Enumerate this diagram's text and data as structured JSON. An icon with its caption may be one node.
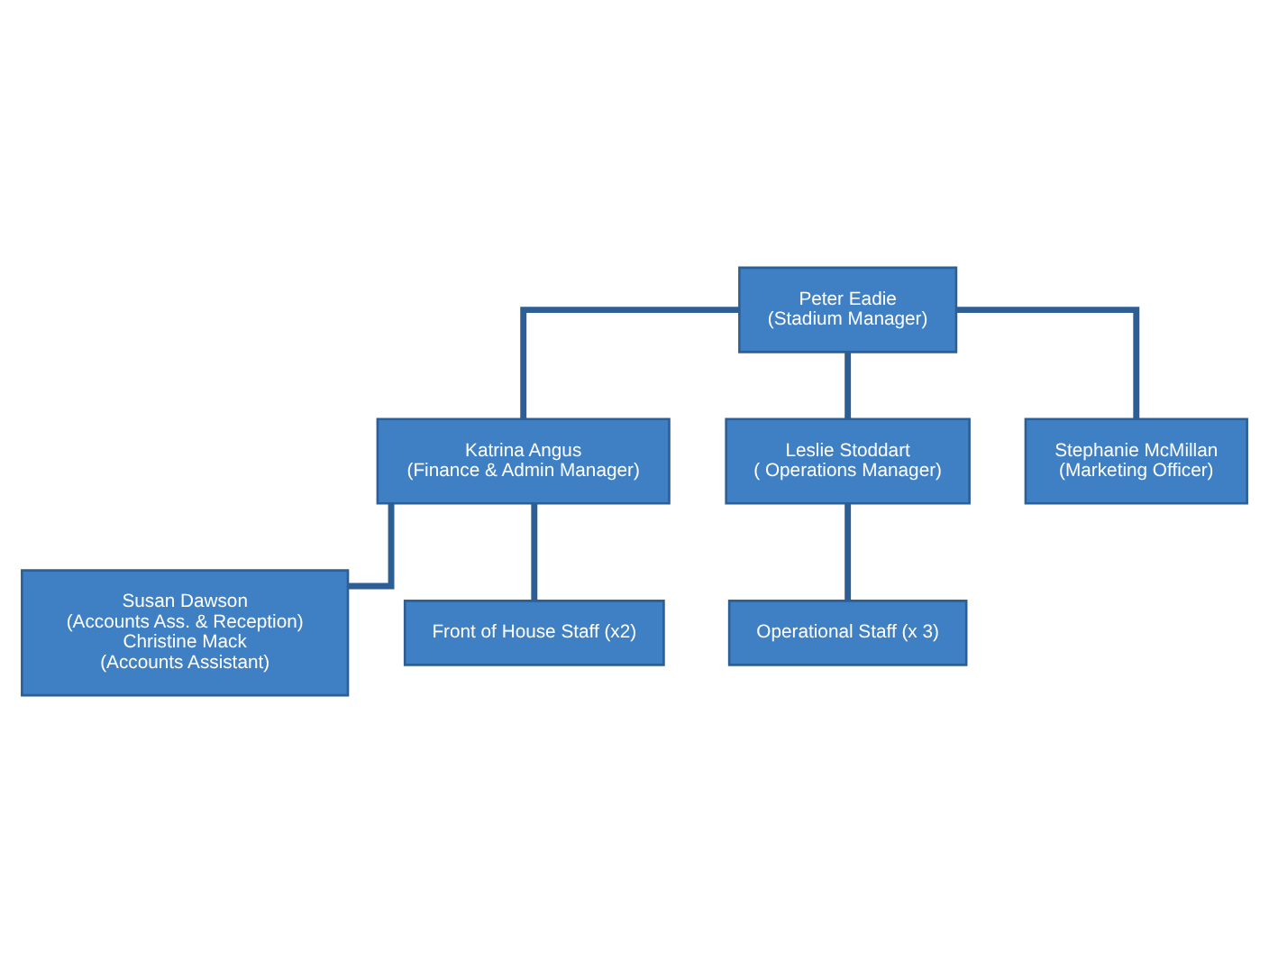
{
  "diagram": {
    "nodes": [
      {
        "text": [
          "Peter Eadie",
          "(Stadium Manager)"
        ]
      },
      {
        "text": [
          "Katrina Angus",
          "(Finance & Admin Manager)"
        ]
      },
      {
        "text": [
          "Leslie Stoddart",
          "( Operations Manager)"
        ]
      },
      {
        "text": [
          "Stephanie McMillan",
          "(Marketing Officer)"
        ]
      },
      {
        "text": [
          "Susan Dawson",
          "(Accounts Ass. & Reception)",
          "Christine Mack",
          "(Accounts Assistant)"
        ]
      },
      {
        "text": [
          "Operational Staff (x 3)"
        ]
      },
      {
        "text": [
          "Front of House Staff (x2)"
        ]
      }
    ],
    "edges": [
      {
        "from": 0,
        "to": 1,
        "arrow": "none"
      },
      {
        "from": 0,
        "to": 2,
        "arrow": "none"
      },
      {
        "from": 0,
        "to": 3,
        "arrow": "none"
      },
      {
        "from": 1,
        "to": 4,
        "arrow": "none"
      },
      {
        "from": 1,
        "to": 6,
        "arrow": "none"
      },
      {
        "from": 2,
        "to": 5,
        "arrow": "none"
      }
    ]
  }
}
